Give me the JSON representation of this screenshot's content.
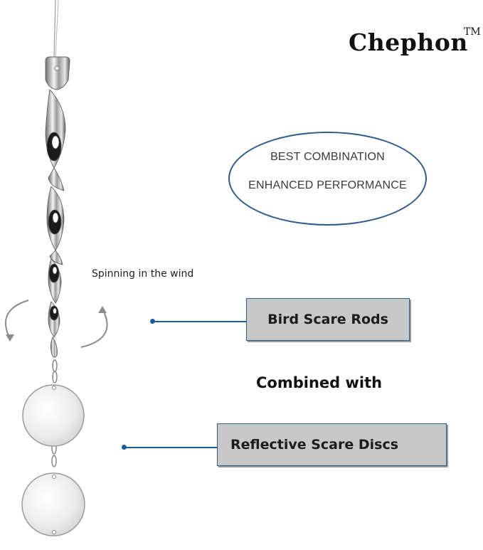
{
  "brand": {
    "name": "Chephon",
    "trademark": "TM"
  },
  "badge": {
    "line1": "BEST COMBINATION",
    "line2": "ENHANCED PERFORMANCE"
  },
  "annotation": {
    "spinning": "Spinning in the wind"
  },
  "labels": {
    "rods": "Bird Scare Rods",
    "combined": "Combined with",
    "discs": "Reflective Scare Discs"
  },
  "colors": {
    "accent": "#1e5a96",
    "box_fill": "#c8c8c8",
    "text": "#111111"
  },
  "icons": [
    "rotate-left-arrow-icon",
    "rotate-right-arrow-icon"
  ]
}
